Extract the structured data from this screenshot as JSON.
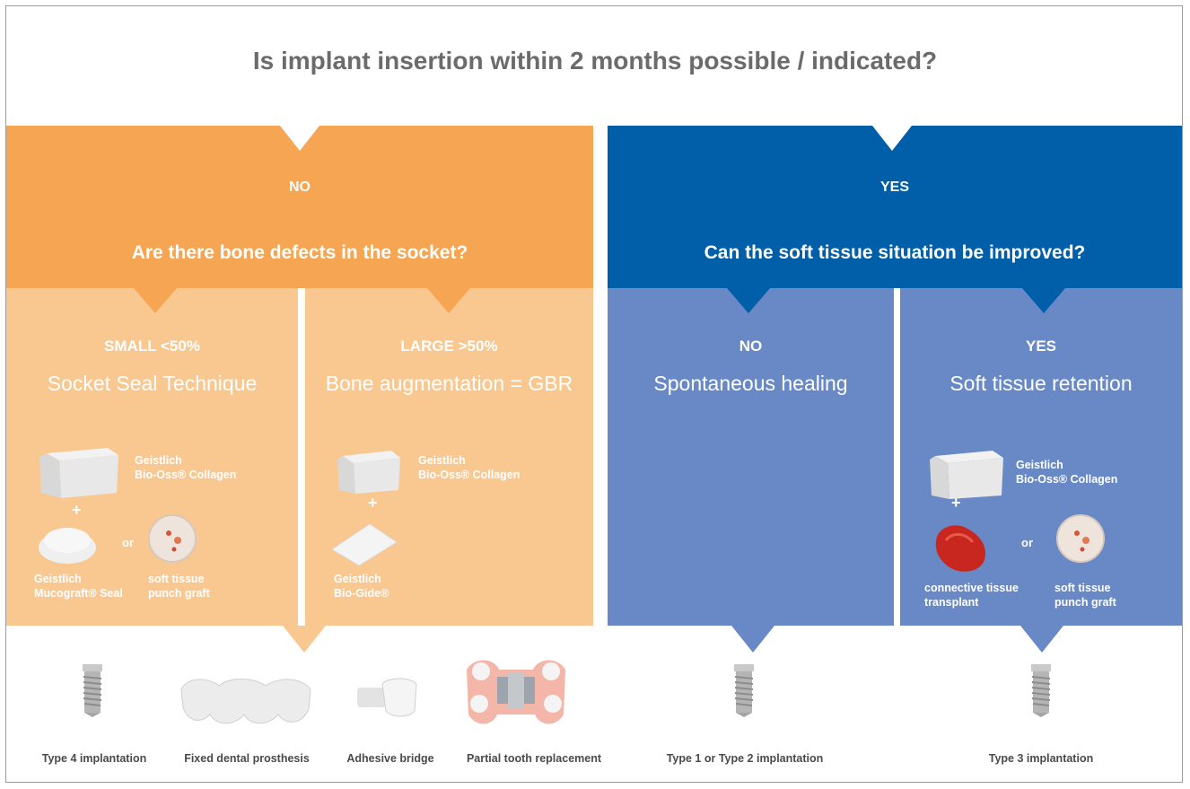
{
  "title": "Is implant insertion within 2 months possible / indicated?",
  "left": {
    "answer": "NO",
    "question": "Are there bone defects in the socket?",
    "small": {
      "label": "SMALL <50%",
      "title": "Socket Seal Technique",
      "material1_line1": "Geistlich",
      "material1_line2": "Bio-Oss® Collagen",
      "plus": "+",
      "material2_line1": "Geistlich",
      "material2_line2": "Mucograft® Seal",
      "or": "or",
      "material3_line1": "soft tissue",
      "material3_line2": "punch graft"
    },
    "large": {
      "label": "LARGE >50%",
      "title": "Bone augmentation = GBR",
      "material1_line1": "Geistlich",
      "material1_line2": "Bio-Oss® Collagen",
      "plus": "+",
      "material2_line1": "Geistlich",
      "material2_line2": "Bio-Gide®"
    }
  },
  "right": {
    "answer": "YES",
    "question": "Can the soft tissue situation be improved?",
    "no": {
      "label": "NO",
      "title": "Spontaneous healing"
    },
    "yes": {
      "label": "YES",
      "title": "Soft tissue retention",
      "material1_line1": "Geistlich",
      "material1_line2": "Bio-Oss® Collagen",
      "plus": "+",
      "material2_line1": "connective tissue",
      "material2_line2": "transplant",
      "or": "or",
      "material3_line1": "soft tissue",
      "material3_line2": "punch graft"
    }
  },
  "outcomes": {
    "type4": "Type 4 implantation",
    "fixed": "Fixed dental prosthesis",
    "adhesive": "Adhesive bridge",
    "partial": "Partial tooth replacement",
    "type12": "Type 1 or Type 2 implantation",
    "type3": "Type 3 implantation"
  },
  "colors": {
    "orange_dark": "#f6a653",
    "orange_light": "#f9c891",
    "blue_dark": "#015ea9",
    "blue_light": "#6889c6"
  }
}
